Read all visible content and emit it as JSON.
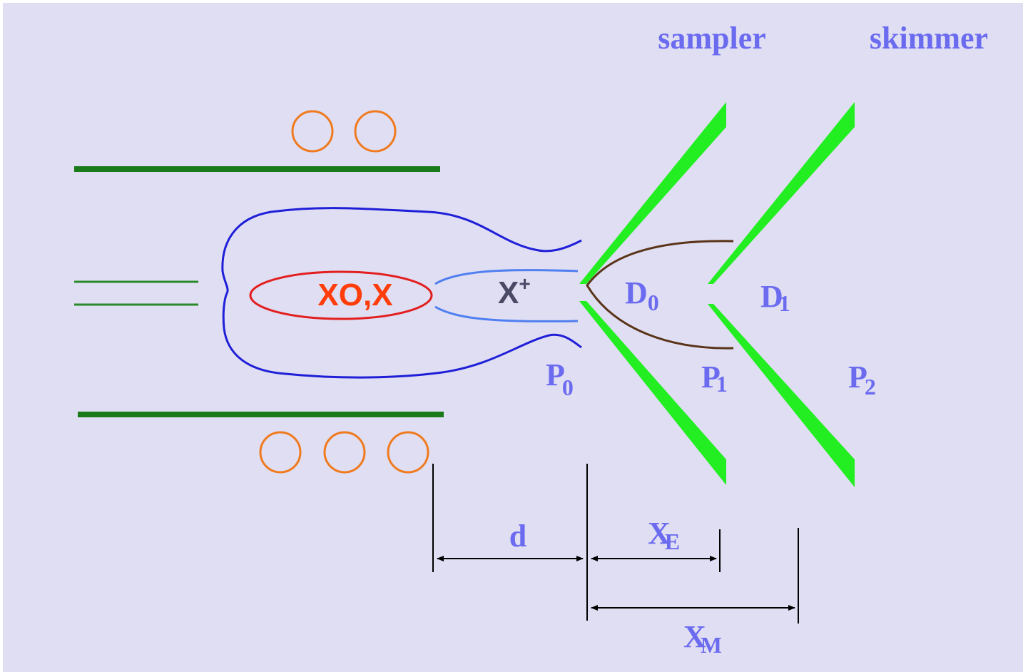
{
  "labels": {
    "sampler": "sampler",
    "skimmer": "skimmer",
    "species_main": "XO,X",
    "ion_base": "X",
    "ion_sup": "+",
    "d0_base": "D",
    "d0_sub": "0",
    "d1_base": "D",
    "d1_sub": "1",
    "p0_base": "P",
    "p0_sub": "0",
    "p1_base": "P",
    "p1_sub": "1",
    "p2_base": "P",
    "p2_sub": "2",
    "d": "d",
    "xe_base": "X",
    "xe_sub": "E",
    "xm_base": "X",
    "xm_sub": "M"
  },
  "colors": {
    "background": "#e0def3",
    "label_blue": "#6b6bf0",
    "torch_tube": "#1a7a1a",
    "injector": "#2a8a2a",
    "coil": "#f07a1e",
    "plasma_outline": "#1f1fd8",
    "ion_channel": "#4f7ff0",
    "central_channel": "#e21e1e",
    "species_text": "#ff3d0a",
    "ion_text": "#4a4a66",
    "cone": "#22ee22",
    "expansion": "#5a3418",
    "dimension": "#000000"
  }
}
